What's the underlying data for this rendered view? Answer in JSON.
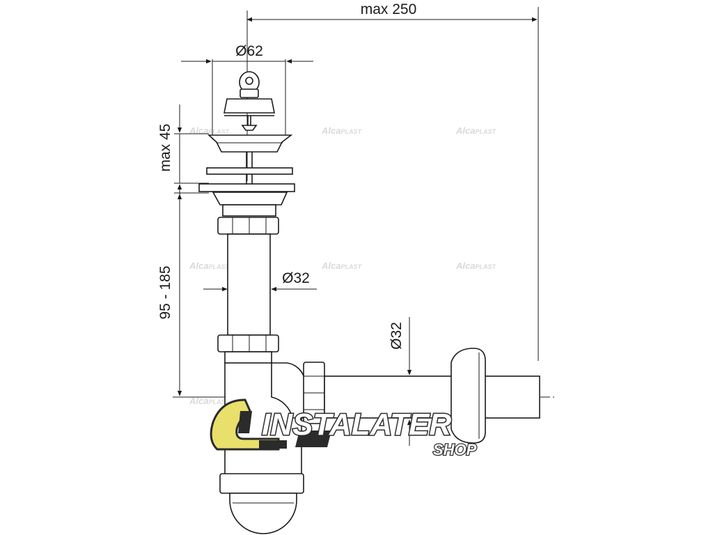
{
  "dimensions": {
    "max_width": "max 250",
    "top_diameter": "Ø62",
    "top_height": "max 45",
    "pipe_length": "95 - 185",
    "pipe_diameter": "Ø32",
    "outlet_diameter": "Ø32"
  },
  "watermark": {
    "brand": "Alca",
    "suffix": "PLAST"
  },
  "logo": {
    "word1": "INSTALATER",
    "word2": "SHOP"
  },
  "colors": {
    "line": "#1a1a1a",
    "logo_yellow": "#e8e06a",
    "logo_dark": "#2b2b2b",
    "watermark": "#d9d9d9"
  }
}
